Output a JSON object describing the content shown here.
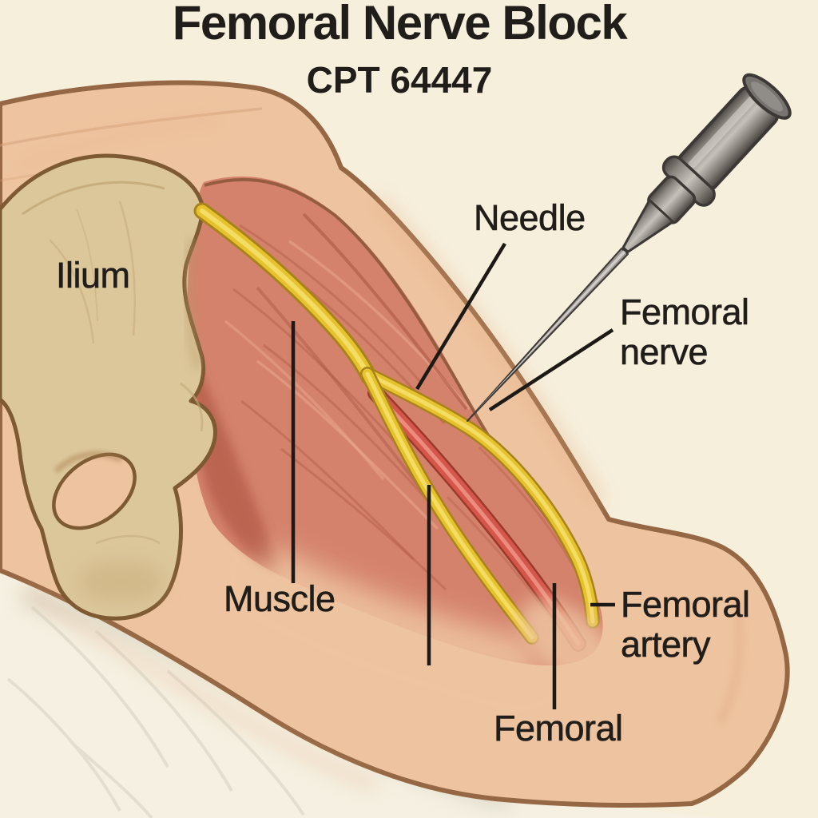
{
  "title": "Femoral Nerve Block",
  "subtitle": "CPT 64447",
  "labels": {
    "ilium": "Ilium",
    "needle": "Needle",
    "femoral_nerve": {
      "line1": "Femoral",
      "line2": "nerve"
    },
    "muscle": "Muscle",
    "femoral_artery": {
      "line1": "Femoral",
      "line2": "artery"
    },
    "femoral": "Femoral"
  },
  "colors": {
    "bg": "#f6efdc",
    "drape": "#f5f0e1",
    "drape_shade": "#d8d4c5",
    "skin": "#eec4a0",
    "skin_outline": "#956744",
    "muscle": "#d4826c",
    "muscle_dark": "#b35c48",
    "muscle_edge": "#8a5638",
    "bone": "#dcc79b",
    "bone_outline": "#7d5a33",
    "bone_texture": "#c3a877",
    "nerve": "#e7c22f",
    "nerve_edge": "#a8831a",
    "artery": "#d5564a",
    "artery_edge": "#9c392b",
    "needle_metal": "#98948f",
    "needle_dark": "#3c3835",
    "line": "#1c1916",
    "text": "#201d1a"
  }
}
